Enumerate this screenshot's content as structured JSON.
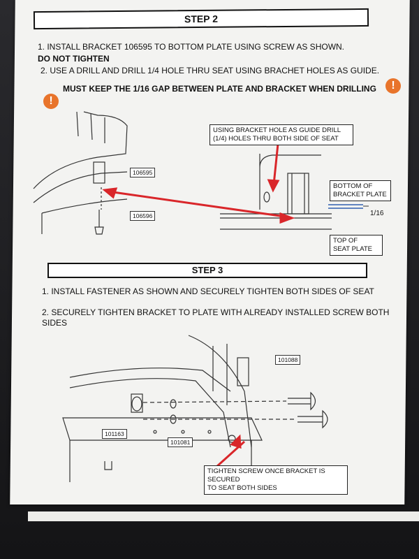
{
  "step2": {
    "title": "STEP 2",
    "line1": "1. INSTALL BRACKET 106595 TO BOTTOM PLATE USING SCREW AS SHOWN.",
    "line1b": "DO NOT TIGHTEN",
    "line2": "2.  USE A DRILL AND DRILL 1/4 HOLE THRU SEAT USING BRACHET HOLES AS GUIDE.",
    "warning": "MUST KEEP THE 1/16 GAP BETWEEN PLATE AND BRACKET WHEN DRILLING",
    "warn_glyph": "!",
    "callout_drill_1": "USING BRACKET HOLE AS GUIDE DRILL",
    "callout_drill_2": "(1/4) HOLES THRU BOTH SIDE OF SEAT",
    "part_a": "106595",
    "part_b": "106596",
    "bottom_bracket_1": "BOTTOM OF",
    "bottom_bracket_2": "BRACKET PLATE",
    "gap": "1/16",
    "top_seat_1": "TOP OF",
    "top_seat_2": "SEAT PLATE"
  },
  "step3": {
    "title": "STEP 3",
    "line1": "1. INSTALL FASTENER AS SHOWN AND SECURELY TIGHTEN BOTH SIDES OF SEAT",
    "line2a": "2. SECURELY TIGHTEN BRACKET TO PLATE WITH ALREADY INSTALLED SCREW BOTH",
    "line2b": "SIDES",
    "part_c": "101088",
    "part_d": "101163",
    "part_e": "101081",
    "callout_1": "TIGHTEN SCREW ONCE BRACKET IS SECURED",
    "callout_2": "TO SEAT BOTH SIDES"
  },
  "colors": {
    "arrow": "#d9262a",
    "warn": "#e8742b",
    "gapline": "#2f5fb0"
  }
}
